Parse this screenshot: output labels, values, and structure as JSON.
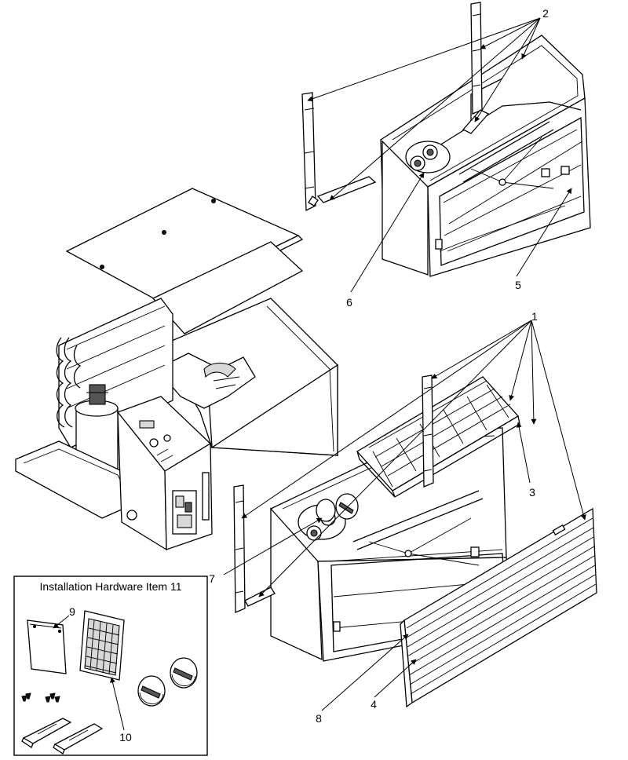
{
  "kit_box": {
    "title": "Installation Hardware Item 11"
  },
  "callouts": [
    {
      "id": "1",
      "text": "1"
    },
    {
      "id": "2",
      "text": "2"
    },
    {
      "id": "3",
      "text": "3"
    },
    {
      "id": "4",
      "text": "4"
    },
    {
      "id": "5",
      "text": "5"
    },
    {
      "id": "6",
      "text": "6"
    },
    {
      "id": "7",
      "text": "7"
    },
    {
      "id": "8",
      "text": "8"
    },
    {
      "id": "9",
      "text": "9"
    },
    {
      "id": "10",
      "text": "10"
    }
  ]
}
